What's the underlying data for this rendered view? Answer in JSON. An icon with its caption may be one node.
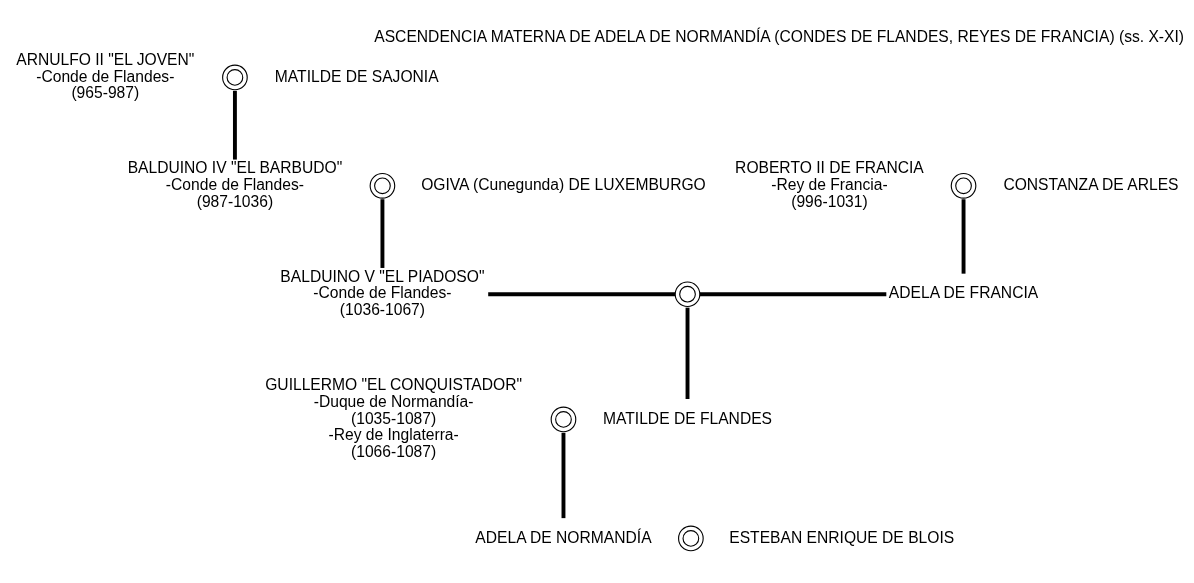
{
  "diagram": {
    "title": "ASCENDENCIA MATERNA DE ADELA DE NORMANDÍA (CONDES DE FLANDES, REYES DE FRANCIA) (ss. X-XI)",
    "nodes": [
      {
        "text": [
          "ARNULFO II \"EL JOVEN\"",
          "-Conde de Flandes-",
          "(965-987)"
        ]
      },
      {
        "text": [],
        "shape": "rings"
      },
      {
        "text": [
          "MATILDE DE SAJONIA"
        ]
      },
      {
        "text": [
          "BALDUINO IV \"EL BARBUDO\"",
          "-Conde de Flandes-",
          "(987-1036)"
        ]
      },
      {
        "text": [],
        "shape": "rings"
      },
      {
        "text": [
          "OGIVA (Cunegunda) DE LUXEMBURGO"
        ]
      },
      {
        "text": [
          "ROBERTO II DE FRANCIA",
          "-Rey de Francia-",
          "(996-1031)"
        ]
      },
      {
        "text": [],
        "shape": "rings"
      },
      {
        "text": [
          "CONSTANZA DE ARLES"
        ]
      },
      {
        "text": [
          "BALDUINO V \"EL PIADOSO\"",
          "-Conde de Flandes-",
          "(1036-1067)"
        ]
      },
      {
        "text": [],
        "shape": "rings"
      },
      {
        "text": [
          "ADELA DE FRANCIA"
        ]
      },
      {
        "text": [
          "GUILLERMO \"EL CONQUISTADOR\"",
          "-Duque de Normandía-",
          "(1035-1087)",
          "-Rey de Inglaterra-",
          "(1066-1087)"
        ]
      },
      {
        "text": [],
        "shape": "rings"
      },
      {
        "text": [
          "MATILDE DE FLANDES"
        ]
      },
      {
        "text": [
          "ADELA DE NORMANDÍA"
        ]
      },
      {
        "text": [],
        "shape": "rings"
      },
      {
        "text": [
          "ESTEBAN ENRIQUE DE BLOIS"
        ]
      }
    ],
    "edges": [
      {
        "from": 1,
        "to": 3,
        "arrow": "none"
      },
      {
        "from": 4,
        "to": 9,
        "arrow": "none"
      },
      {
        "from": 7,
        "to": 11,
        "arrow": "none"
      },
      {
        "from": 9,
        "to": 10,
        "arrow": "none"
      },
      {
        "from": 10,
        "to": 11,
        "arrow": "none"
      },
      {
        "from": 10,
        "to": 14,
        "arrow": "none"
      },
      {
        "from": 13,
        "to": 15,
        "arrow": "none"
      }
    ]
  }
}
